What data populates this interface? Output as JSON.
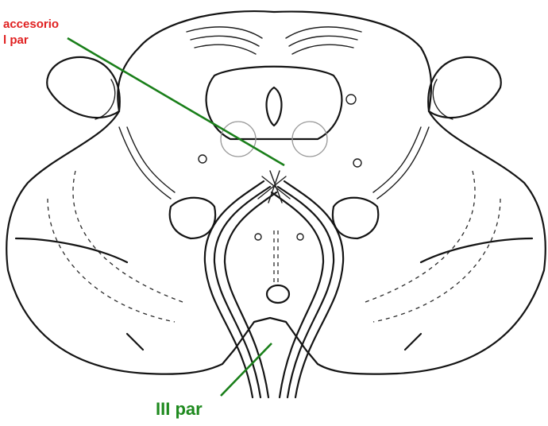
{
  "labels": {
    "top_line1": "accesorio",
    "top_line2": "l par",
    "bottom": "III par"
  },
  "colors": {
    "red_label": "#e02020",
    "green_label": "#1f8a1f",
    "pointer_line": "#1a7f1a",
    "ink": "#141414"
  }
}
